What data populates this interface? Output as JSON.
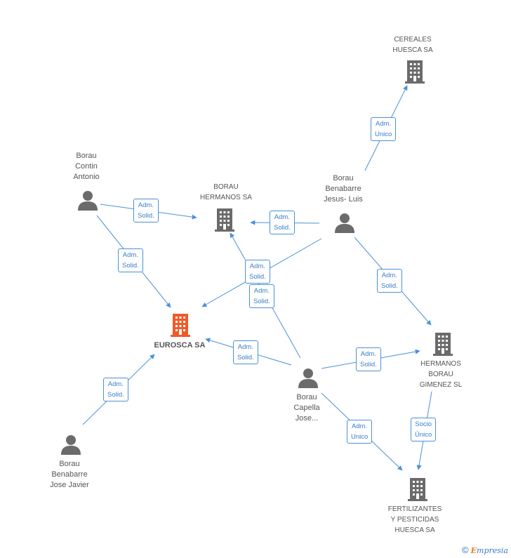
{
  "nodes": {
    "cereales": [
      "CEREALES",
      "HUESCA SA"
    ],
    "borau_hermanos": [
      "BORAU",
      "HERMANOS SA"
    ],
    "eurosca": [
      "EUROSCA SA"
    ],
    "hermanos_borau": [
      "HERMANOS",
      "BORAU",
      "GIMENEZ SL"
    ],
    "fertilizantes": [
      "FERTILIZANTES",
      "Y PESTICIDAS",
      "HUESCA SA"
    ],
    "contin": [
      "Borau",
      "Contin",
      "Antonio"
    ],
    "jesus_luis": [
      "Borau",
      "Benabarre",
      "Jesus-  Luis"
    ],
    "capella": [
      "Borau",
      "Capella",
      "Jose..."
    ],
    "jose_javier": [
      "Borau",
      "Benabarre",
      "Jose Javier"
    ]
  },
  "edges": {
    "e1": [
      "Adm.",
      "Unico"
    ],
    "e2": [
      "Adm.",
      "Solid."
    ],
    "e3": [
      "Adm.",
      "Solid."
    ],
    "e4": [
      "Adm.",
      "Solid."
    ],
    "e5": [
      "Adm.",
      "Solid."
    ],
    "e6": [
      "Adm.",
      "Solid."
    ],
    "e7": [
      "Adm.",
      "Solid."
    ],
    "e8": [
      "Adm.",
      "Solid."
    ],
    "e9": [
      "Adm.",
      "Solid."
    ],
    "e10": [
      "Adm.",
      "Solid."
    ],
    "e11": [
      "Socio",
      "Único"
    ],
    "e12": [
      "Adm.",
      "Unico"
    ]
  },
  "footer": {
    "copyright": "©",
    "brand_e": "E",
    "brand_rest": "mpresia"
  },
  "colors": {
    "edge": "#4a90d9",
    "node_gray": "#6b6b6b",
    "main_company": "#f05a28"
  }
}
